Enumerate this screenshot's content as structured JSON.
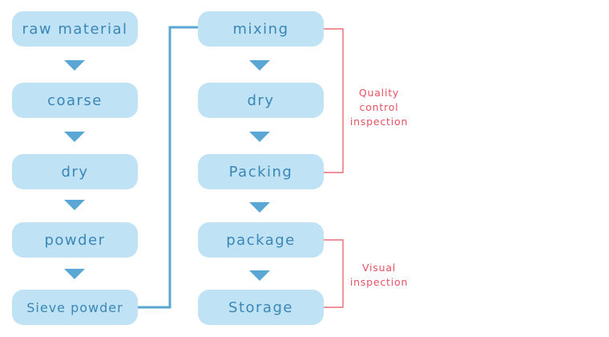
{
  "colors": {
    "box_fill": "#bfe3f5",
    "box_text": "#3a86b7",
    "arrow": "#5aa6d4",
    "connector": "#5aa6d4",
    "bracket": "#e8525f",
    "note_text": "#e8525f"
  },
  "left_column": {
    "steps": [
      "raw material",
      "coarse",
      "dry",
      "powder",
      "Sieve powder"
    ]
  },
  "right_column": {
    "steps": [
      "mixing",
      "dry",
      "Packing",
      "package",
      "Storage"
    ]
  },
  "notes": {
    "quality": [
      "Quality",
      "control",
      "inspection"
    ],
    "visual": [
      "Visual",
      "inspection"
    ]
  }
}
